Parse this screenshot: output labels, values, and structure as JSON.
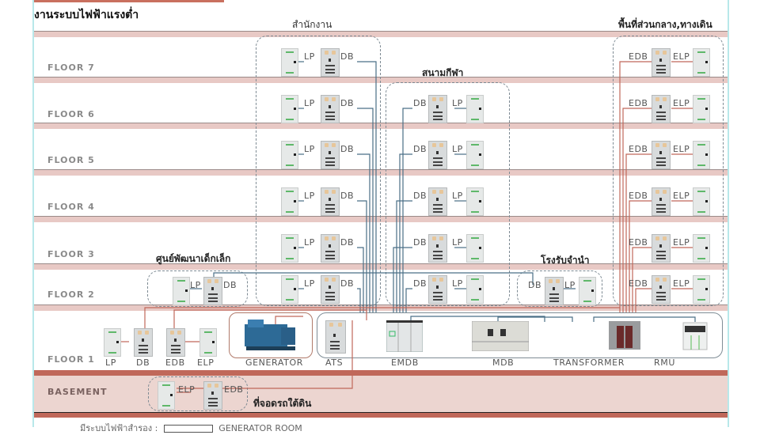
{
  "title": "งานระบบไฟฟ้าแรงต่ำ",
  "floors": [
    {
      "label": "FLOOR 7"
    },
    {
      "label": "FLOOR 6"
    },
    {
      "label": "FLOOR 5"
    },
    {
      "label": "FLOOR 4"
    },
    {
      "label": "FLOOR 3"
    },
    {
      "label": "FLOOR 2"
    },
    {
      "label": "FLOOR 1"
    },
    {
      "label": "BASEMENT"
    }
  ],
  "zones": {
    "office": {
      "title": "สำนักงาน",
      "left": "LP",
      "right": "DB"
    },
    "stadium": {
      "title": "สนามกีฬา",
      "left": "DB",
      "right": "LP"
    },
    "common": {
      "title": "พื้นที่ส่วนกลาง,ทางเดิน",
      "left": "EDB",
      "right": "ELP"
    },
    "childcare": {
      "title": "ศูนย์พัฒนาเด็กเล็ก",
      "left": "LP",
      "right": "DB"
    },
    "pawnshop": {
      "title": "โรงรับจำนำ",
      "left": "DB",
      "right": "LP"
    },
    "parking": {
      "title": "ที่จอดรถใต้ดิน",
      "left": "ELP",
      "right": "EDB"
    }
  },
  "floor1": {
    "panels": [
      "LP",
      "DB",
      "EDB",
      "ELP"
    ],
    "equipment": [
      "GENERATOR",
      "ATS",
      "EMDB",
      "MDB",
      "TRANSFORMER",
      "RMU"
    ]
  },
  "legend": {
    "label": "มีระบบไฟฟ้าสำรอง :",
    "item": "GENERATOR ROOM"
  },
  "colors": {
    "normal_line": "#4a6f86",
    "emergency_line": "#c0685a",
    "slab": "#e8c9c5"
  }
}
